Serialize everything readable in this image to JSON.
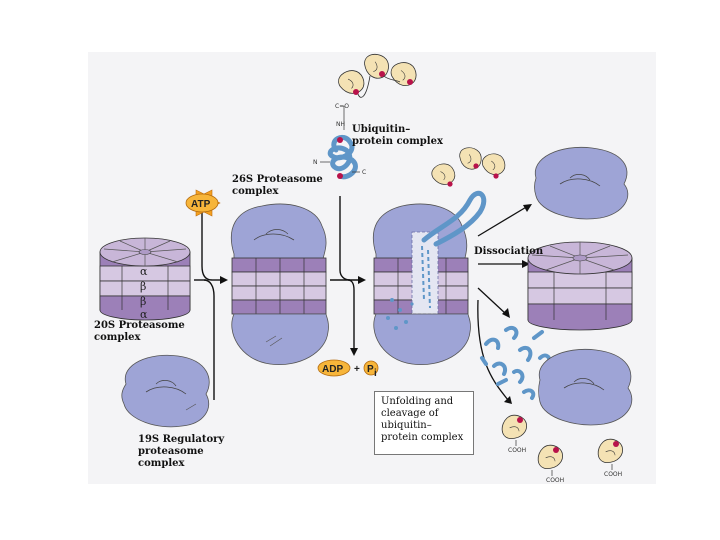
{
  "labels": {
    "proteasome_20s": "20S Proteasome\ncomplex",
    "regulatory_19s": "19S Regulatory\nproteasome\ncomplex",
    "proteasome_26s": "26S Proteasome\ncomplex",
    "ubiquitin_protein": "Ubiquitin–\nprotein complex",
    "dissociation": "Dissociation",
    "unfolding_box": "Unfolding and\ncleavage of\nubiquitin–\nprotein complex",
    "atp": "ATP",
    "adp": "ADP",
    "plus": "+",
    "pi": "P",
    "pi_sub": "i"
  },
  "ring_labels": [
    "α",
    "β",
    "β",
    "α"
  ],
  "chem": {
    "c_o": "C=O",
    "nh": "NH",
    "n": "N",
    "c": "C",
    "cooh": "COOH"
  },
  "colors": {
    "cap": "#9ea4d6",
    "cap_dark": "#7e84c0",
    "ring_light": "#d6c8e2",
    "ring_dark": "#9c80b8",
    "ring_top": "#c8b6d8",
    "ubiquitin": "#f4e2b4",
    "ub_red": "#b8124a",
    "protein": "#5f96c8",
    "atp_orange": "#f4a020"
  }
}
